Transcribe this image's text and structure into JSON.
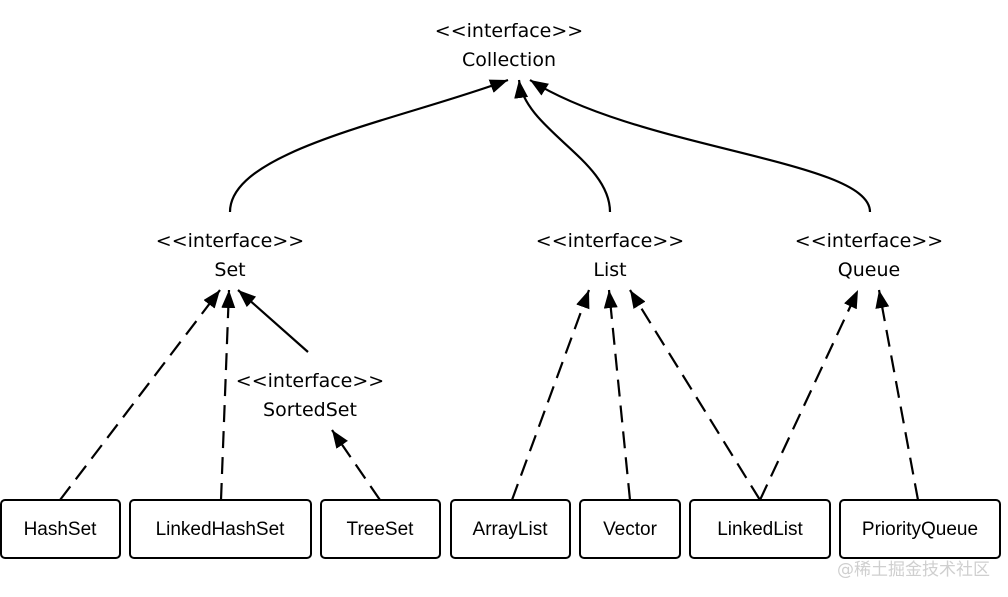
{
  "interfaces": {
    "collection": {
      "stereotype": "<<interface>>",
      "name": "Collection"
    },
    "set": {
      "stereotype": "<<interface>>",
      "name": "Set"
    },
    "list": {
      "stereotype": "<<interface>>",
      "name": "List"
    },
    "queue": {
      "stereotype": "<<interface>>",
      "name": "Queue"
    },
    "sortedset": {
      "stereotype": "<<interface>>",
      "name": "SortedSet"
    }
  },
  "classes": {
    "hashset": "HashSet",
    "linkedhashset": "LinkedHashSet",
    "treeset": "TreeSet",
    "arraylist": "ArrayList",
    "vector": "Vector",
    "linkedlist": "LinkedList",
    "priorityqueue": "PriorityQueue"
  },
  "watermark": "@稀土掘金技术社区",
  "colors": {
    "stroke": "#000000",
    "background": "#ffffff",
    "watermark": "#cfcfcf"
  }
}
